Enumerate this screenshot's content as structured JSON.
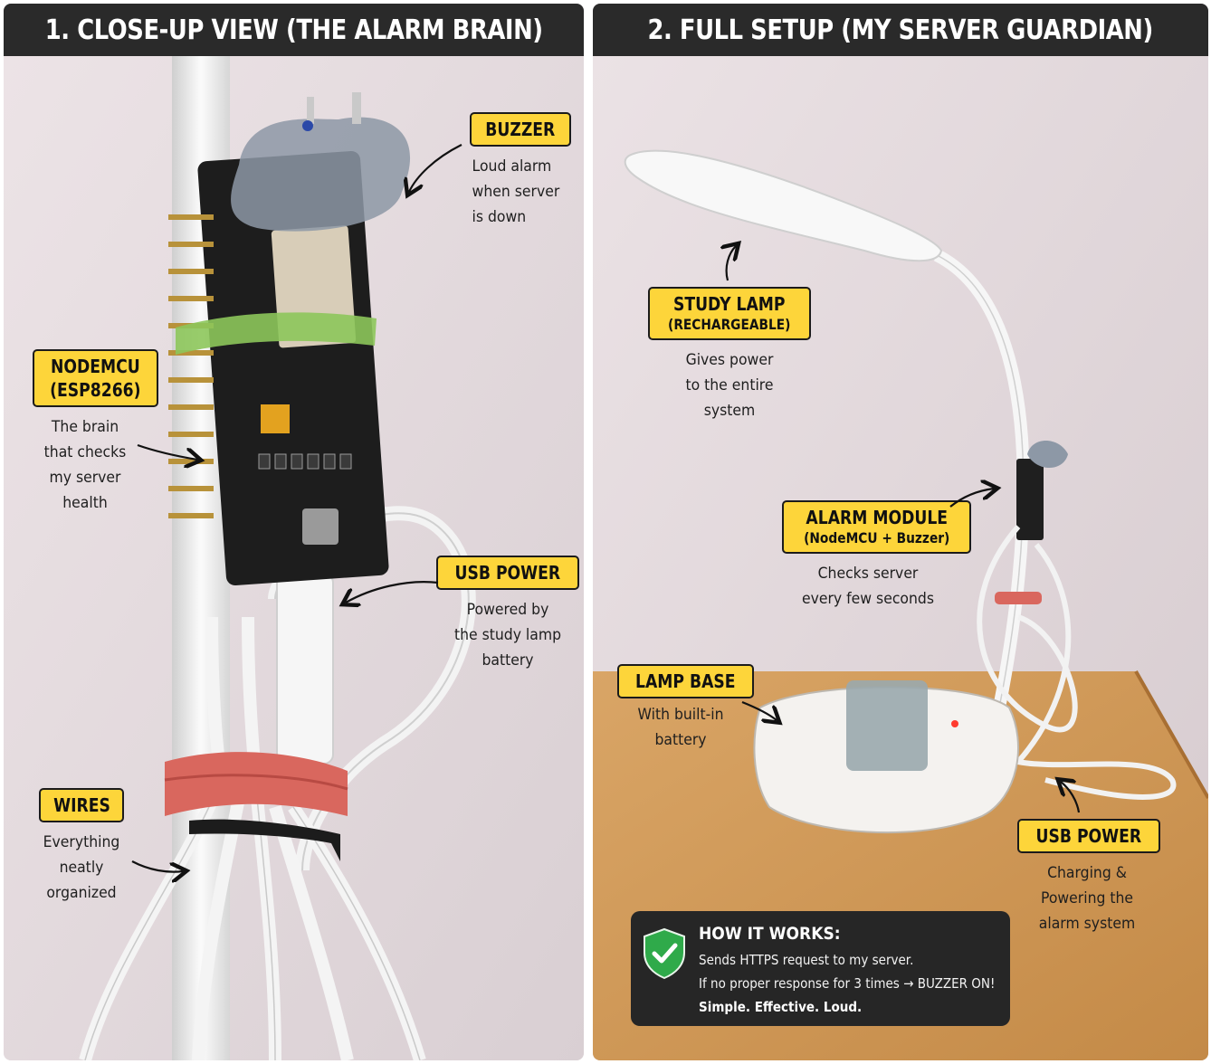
{
  "panels": {
    "left": {
      "title": "1. CLOSE-UP VIEW (THE ALARM BRAIN)"
    },
    "right": {
      "title": "2. FULL SETUP (MY SERVER GUARDIAN)"
    }
  },
  "callouts": {
    "buzzer": {
      "label": "BUZZER",
      "desc": "Loud alarm\nwhen server\nis down"
    },
    "nodemcu": {
      "label": "NODEMCU",
      "label2": "(ESP8266)",
      "desc": "The brain\nthat checks\nmy server\nhealth"
    },
    "usb_power_left": {
      "label": "USB POWER",
      "desc": "Powered by\nthe study lamp\nbattery"
    },
    "wires": {
      "label": "WIRES",
      "desc": "Everything\nneatly\norganized"
    },
    "study_lamp": {
      "label": "STUDY LAMP",
      "label2": "(RECHARGEABLE)",
      "desc": "Gives power\nto the entire\nsystem"
    },
    "alarm_module": {
      "label": "ALARM MODULE",
      "label2": "(NodeMCU + Buzzer)",
      "desc": "Checks server\nevery few seconds"
    },
    "lamp_base": {
      "label": "LAMP BASE",
      "desc": "With built-in\nbattery"
    },
    "usb_power_right": {
      "label": "USB POWER",
      "desc": "Charging &\nPowering the\nalarm system"
    }
  },
  "how_it_works": {
    "title": "HOW IT WORKS:",
    "line1": "Sends HTTPS request to my server.",
    "line2": "If no proper response for 3 times → BUZZER ON!",
    "line3": "Simple. Effective. Loud.",
    "icon": "shield-check-icon"
  },
  "colors": {
    "header_bg": "#2a2a2a",
    "tag_bg": "#fdd53a",
    "wall": "#e8dfe3",
    "desk": "#d19856",
    "shield": "#2faa4a"
  }
}
